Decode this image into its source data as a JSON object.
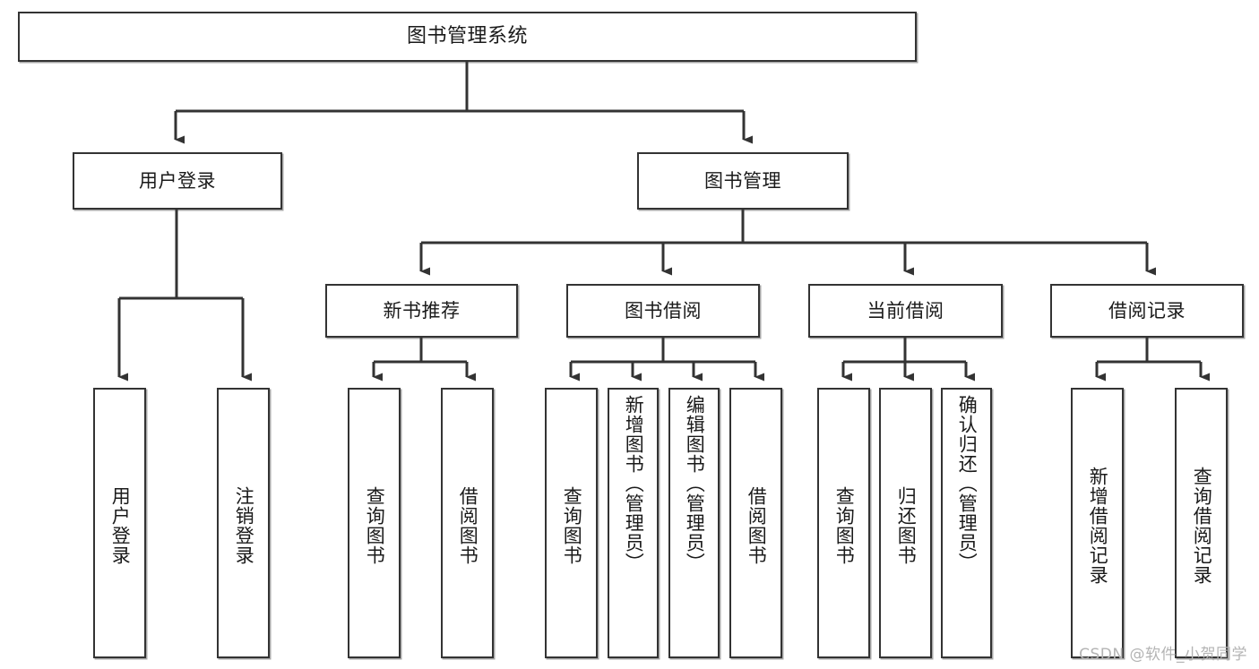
{
  "diagram": {
    "title": "图书管理系统",
    "type": "tree",
    "watermark": "CSDN @软件_小贺同学",
    "colors": {
      "node_border": "#333333",
      "node_fill": "#ffffff",
      "edge": "#333333",
      "text": "#1a1a1a",
      "watermark": "#b4b4b4"
    },
    "levels": [
      {
        "level": 1,
        "nodes": [
          {
            "id": "root",
            "label": "图书管理系统",
            "orientation": "horizontal"
          }
        ]
      },
      {
        "level": 2,
        "nodes": [
          {
            "id": "user-login",
            "label": "用户登录",
            "orientation": "horizontal",
            "parent": "root"
          },
          {
            "id": "book-manage",
            "label": "图书管理",
            "orientation": "horizontal",
            "parent": "root"
          }
        ]
      },
      {
        "level": 3,
        "nodes": [
          {
            "id": "new-book-rec",
            "label": "新书推荐",
            "orientation": "horizontal",
            "parent": "book-manage"
          },
          {
            "id": "book-borrow",
            "label": "图书借阅",
            "orientation": "horizontal",
            "parent": "book-manage"
          },
          {
            "id": "current-borrow",
            "label": "当前借阅",
            "orientation": "horizontal",
            "parent": "book-manage"
          },
          {
            "id": "borrow-record",
            "label": "借阅记录",
            "orientation": "horizontal",
            "parent": "book-manage"
          }
        ]
      },
      {
        "level": 4,
        "nodes": [
          {
            "id": "leaf-user-login",
            "label": "用户登录",
            "orientation": "vertical",
            "parent": "user-login"
          },
          {
            "id": "leaf-logout",
            "label": "注销登录",
            "orientation": "vertical",
            "parent": "user-login"
          },
          {
            "id": "leaf-query-book-1",
            "label": "查询图书",
            "orientation": "vertical",
            "parent": "new-book-rec"
          },
          {
            "id": "leaf-borrow-book-1",
            "label": "借阅图书",
            "orientation": "vertical",
            "parent": "new-book-rec"
          },
          {
            "id": "leaf-query-book-2",
            "label": "查询图书",
            "orientation": "vertical",
            "parent": "book-borrow"
          },
          {
            "id": "leaf-add-book",
            "label": "新增图书（管理员）",
            "orientation": "vertical",
            "parent": "book-borrow"
          },
          {
            "id": "leaf-edit-book",
            "label": "编辑图书（管理员）",
            "orientation": "vertical",
            "parent": "book-borrow"
          },
          {
            "id": "leaf-borrow-book-2",
            "label": "借阅图书",
            "orientation": "vertical",
            "parent": "book-borrow"
          },
          {
            "id": "leaf-query-book-3",
            "label": "查询图书",
            "orientation": "vertical",
            "parent": "current-borrow"
          },
          {
            "id": "leaf-return-book",
            "label": "归还图书",
            "orientation": "vertical",
            "parent": "current-borrow"
          },
          {
            "id": "leaf-confirm-return",
            "label": "确认归还（管理员）",
            "orientation": "vertical",
            "parent": "current-borrow"
          },
          {
            "id": "leaf-add-record",
            "label": "新增借阅记录",
            "orientation": "vertical",
            "parent": "borrow-record"
          },
          {
            "id": "leaf-query-record",
            "label": "查询借阅记录",
            "orientation": "vertical",
            "parent": "borrow-record"
          }
        ]
      }
    ]
  }
}
